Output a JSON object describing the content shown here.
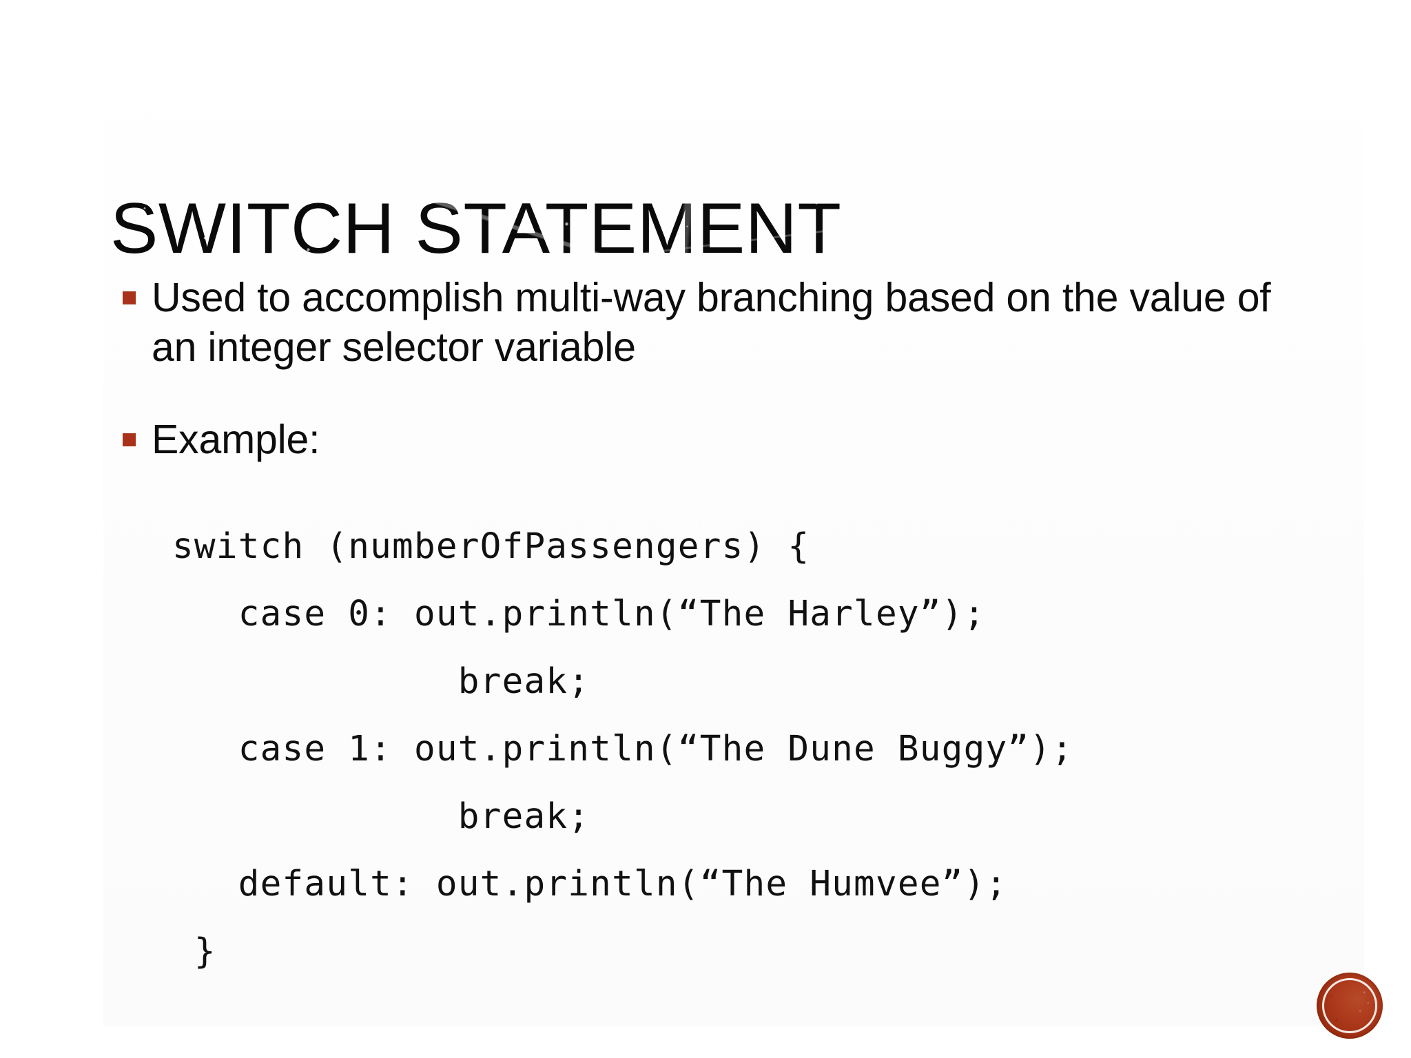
{
  "slide": {
    "title": "Switch Statement",
    "background_color": "#ffffff",
    "text_color": "#0d0d0d",
    "accent_color": "#a8321a"
  },
  "bullets": [
    {
      "marker": "square-bullet",
      "text": "Used to accomplish multi-way branching based on the value of an integer selector variable"
    },
    {
      "marker": "square-bullet",
      "text": "Example:"
    }
  ],
  "code": {
    "language": "java",
    "lines": [
      "switch (numberOfPassengers) {",
      "   case 0: out.println(“The Harley”);",
      "             break;",
      "   case 1: out.println(“The Dune Buggy”);",
      "             break;",
      "   default: out.println(“The Humvee”);",
      " }"
    ]
  },
  "decoration": {
    "seal_label": "circular-seal-emblem",
    "seal_color": "#a8321a",
    "seal_ring_color": "#fdfaf7"
  }
}
